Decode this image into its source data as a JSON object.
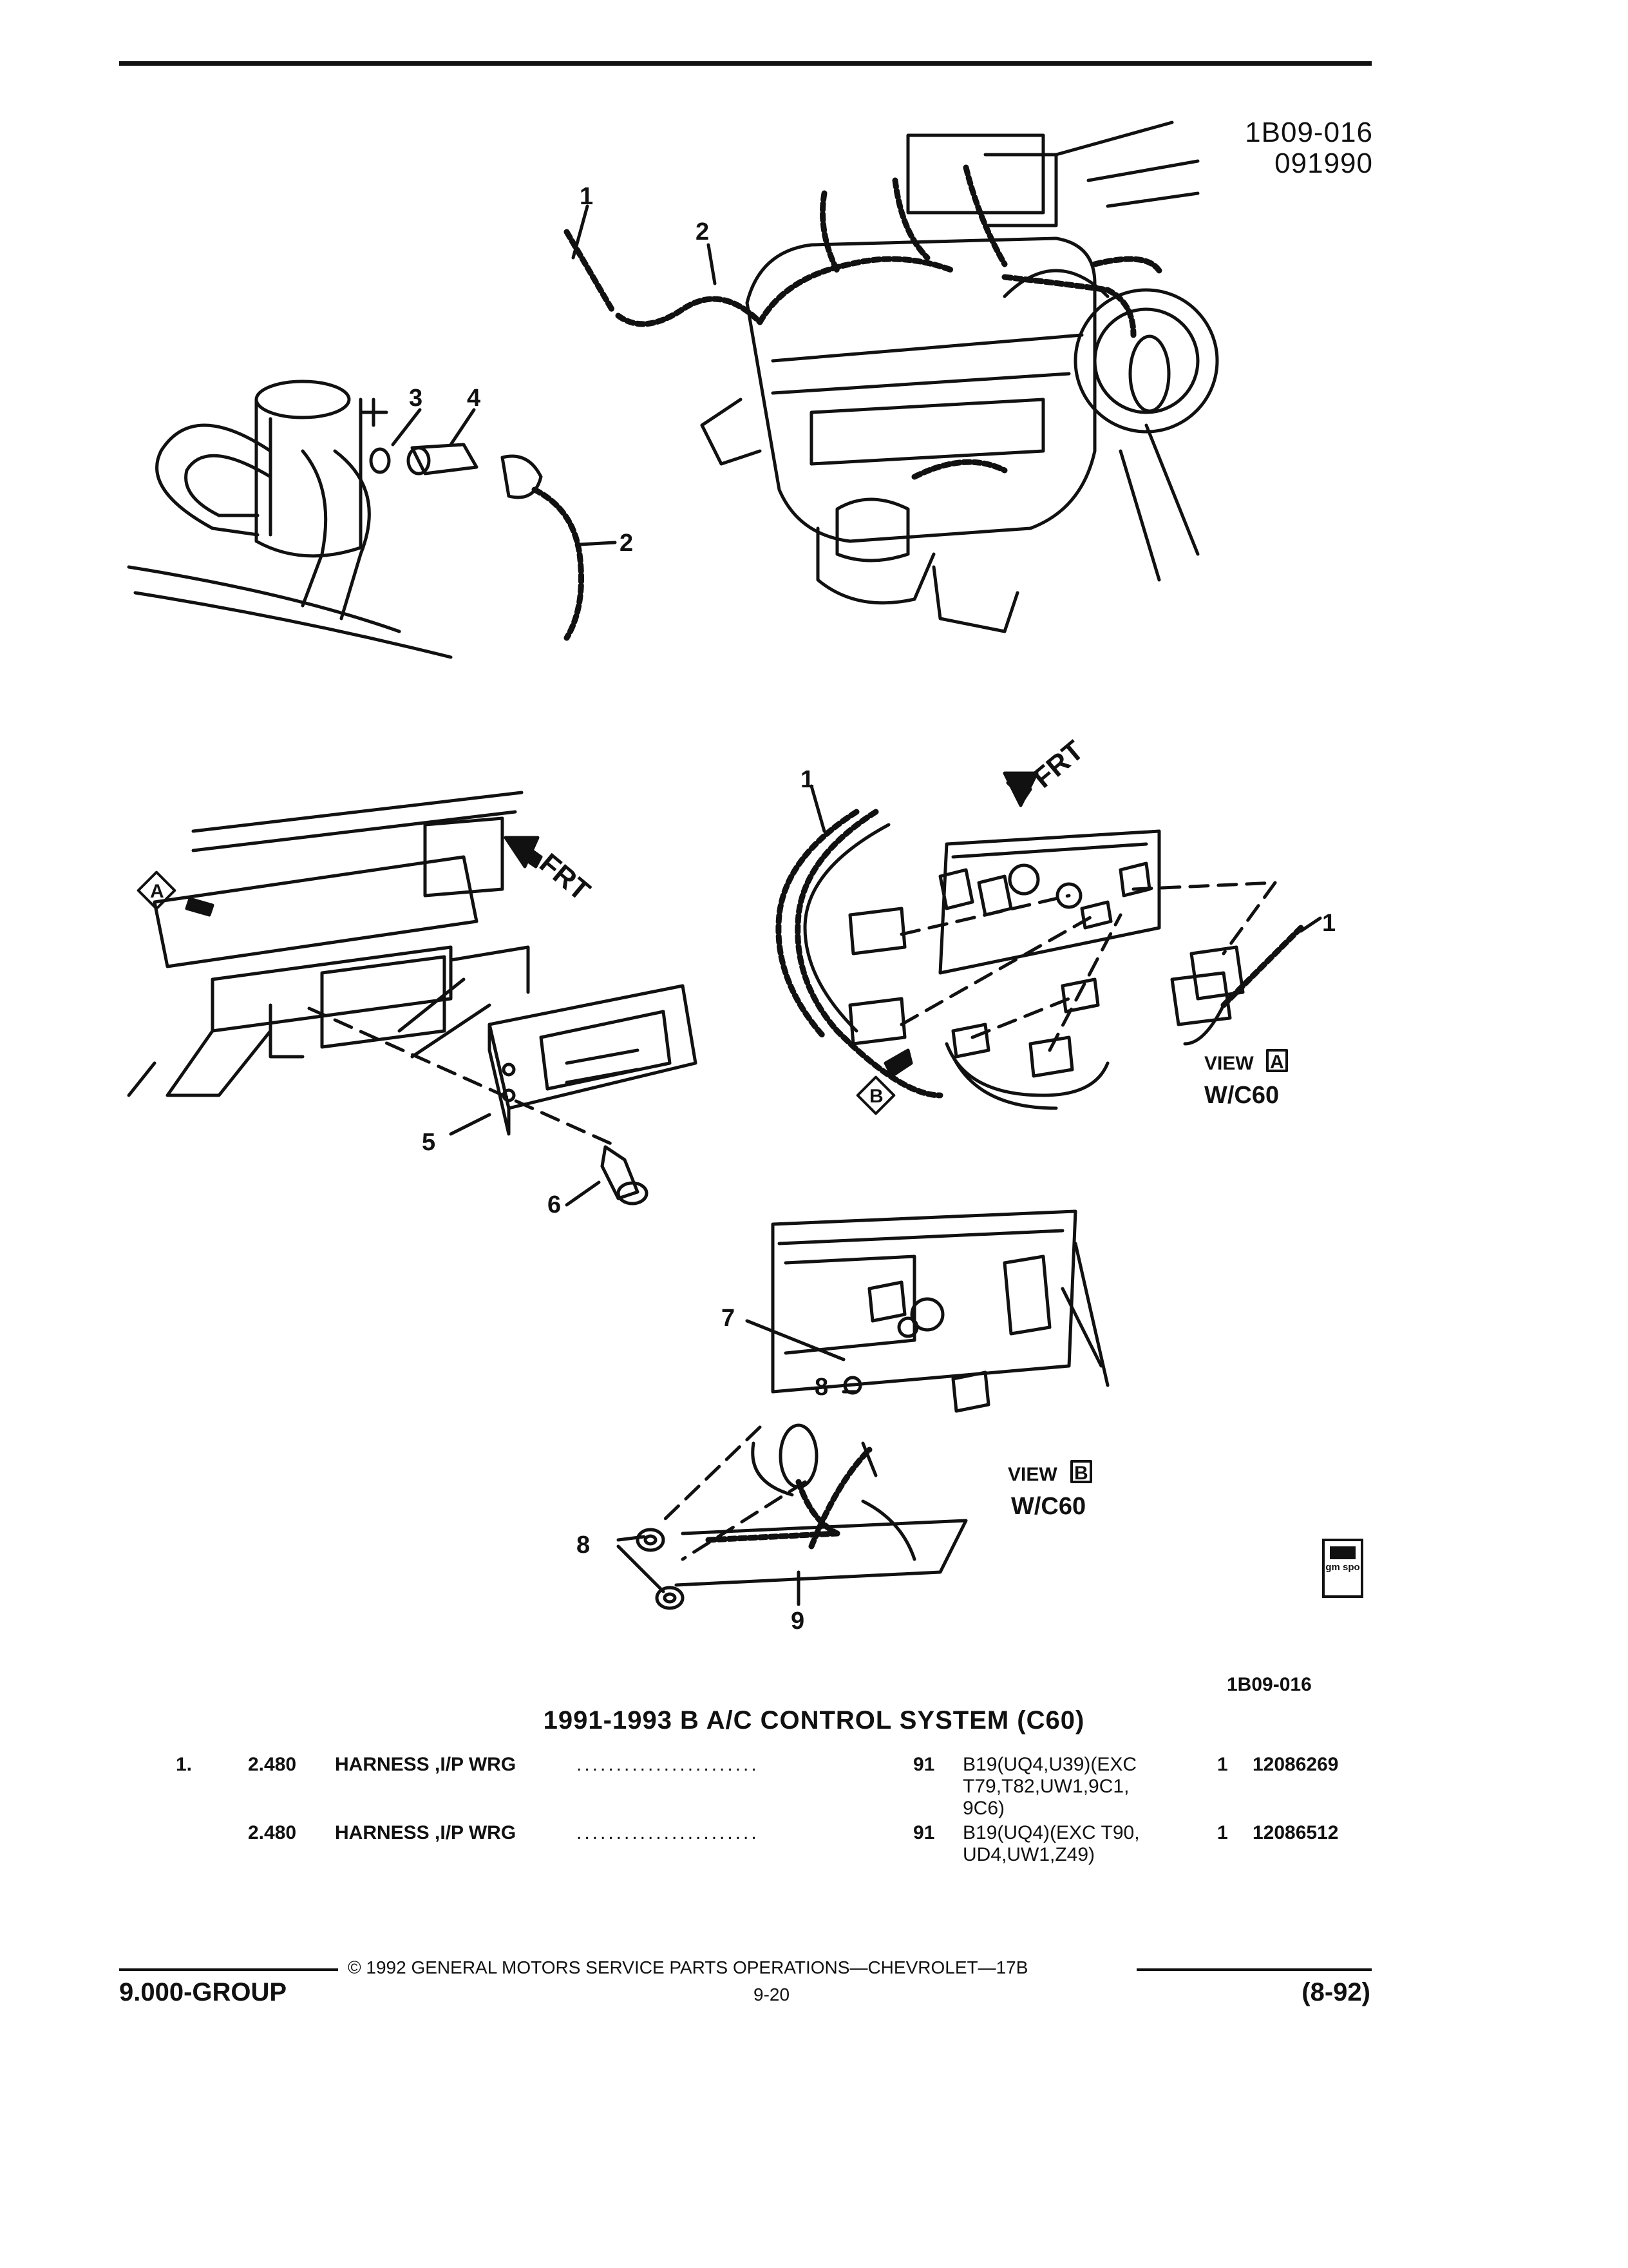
{
  "header": {
    "figure_id": "1B09-016",
    "figure_date": "091990"
  },
  "callouts": {
    "c1": "1",
    "c2": "2",
    "c3": "3",
    "c4": "4",
    "c5": "5",
    "c6": "6",
    "c7": "7",
    "c8": "8",
    "c9": "9"
  },
  "views": {
    "frt": "FRT",
    "view_label": "VIEW",
    "view_a_letter": "A",
    "view_b_letter": "B",
    "view_option": "W/C60",
    "marker_a": "A",
    "marker_b": "B"
  },
  "logo": {
    "text": "gm spo"
  },
  "figure_ref": "1B09-016",
  "section_title": "1991-1993 B A/C CONTROL SYSTEM (C60)",
  "parts": [
    {
      "item": "1.",
      "group_code": "2.480",
      "name": "HARNESS ,I/P WRG",
      "dots": ".......................",
      "year": "91",
      "usage": [
        "B19(UQ4,U39)(EXC",
        "T79,T82,UW1,9C1,",
        "9C6)"
      ],
      "qty": "1",
      "part_number": "12086269"
    },
    {
      "item": "",
      "group_code": "2.480",
      "name": "HARNESS ,I/P WRG",
      "dots": ".......................",
      "year": "91",
      "usage": [
        "B19(UQ4)(EXC T90,",
        "UD4,UW1,Z49)"
      ],
      "qty": "1",
      "part_number": "12086512"
    }
  ],
  "footer": {
    "copyright": "© 1992 GENERAL MOTORS SERVICE PARTS OPERATIONS—CHEVROLET—17B",
    "group": "9.000-GROUP",
    "page": "9-20",
    "date": "(8-92)"
  }
}
